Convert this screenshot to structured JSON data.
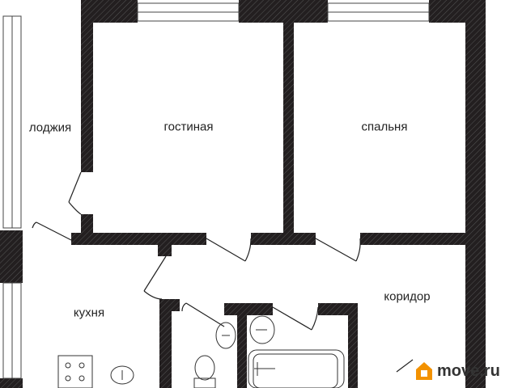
{
  "rooms": {
    "loggia": "лоджия",
    "living_room": "гостиная",
    "bedroom": "спальня",
    "kitchen": "кухня",
    "corridor": "коридор"
  },
  "watermark": {
    "text": "move.ru",
    "icon": "house-icon",
    "accent": "#f39200"
  },
  "colors": {
    "wall": "#231f20"
  }
}
